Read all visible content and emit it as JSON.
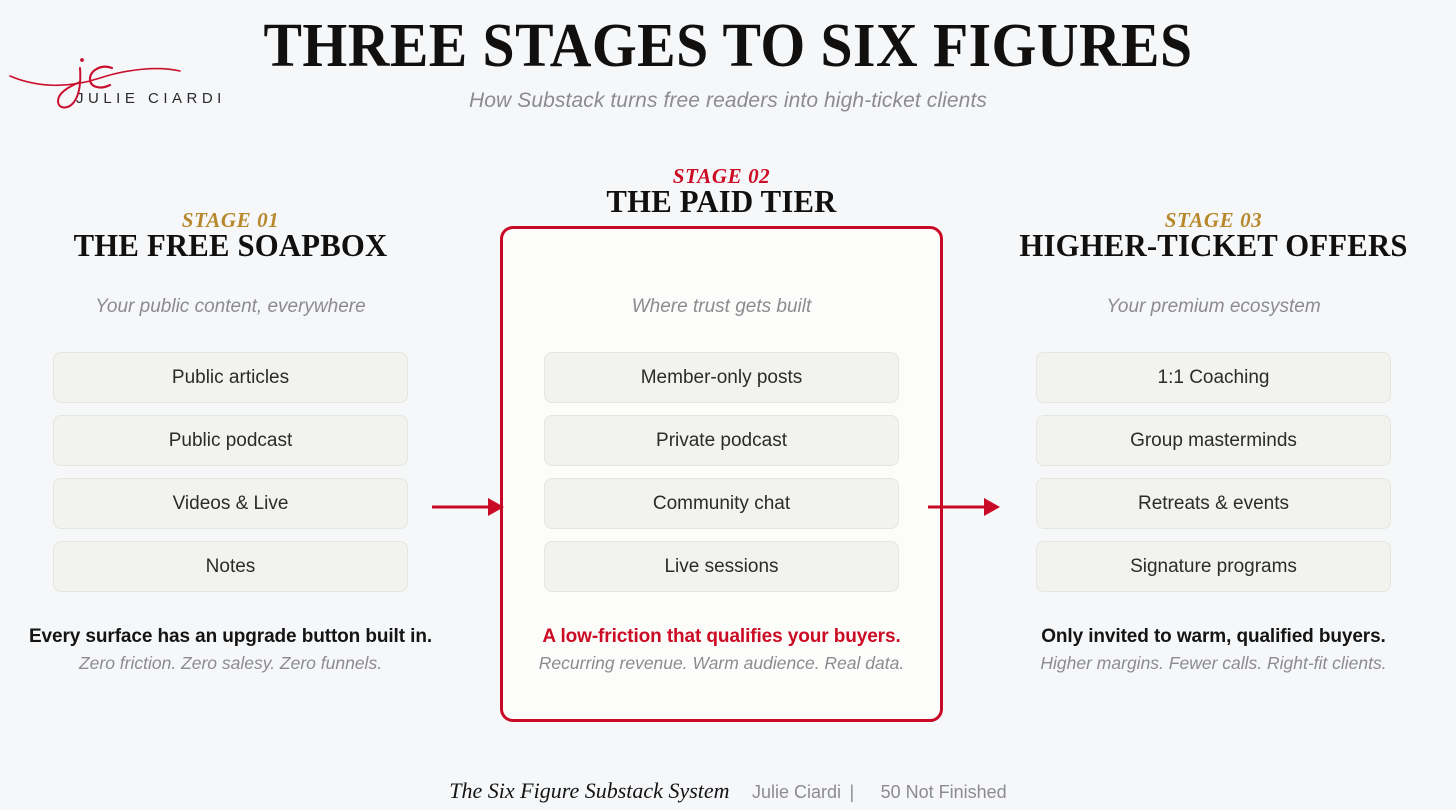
{
  "brand": {
    "logo_monogram": "jc",
    "logo_wordmark": "JULIE CIARDI",
    "logo_color": "#c8102e"
  },
  "header": {
    "title": "THREE STAGES TO SIX FIGURES",
    "subtitle": "How Substack turns free readers into high-ticket clients"
  },
  "colors": {
    "page_background": "#f6f7f9",
    "accent_red": "#c80a26",
    "accent_gold": "#b8882c",
    "card_background": "#f2f2ee",
    "muted_text": "#8c8c90"
  },
  "columns": [
    {
      "stage_label": "STAGE 01",
      "stage_title": "THE FREE SOAPBOX",
      "stage_sub": "Your public content, everywhere",
      "items": [
        "Public articles",
        "Public podcast",
        "Videos & Live",
        "Notes"
      ],
      "caption_main": "Every surface has an upgrade button built in.",
      "caption_sub": "Zero friction. Zero salesy. Zero funnels."
    },
    {
      "stage_label": "STAGE 02",
      "stage_title": "THE PAID TIER",
      "stage_sub": "Where trust gets built",
      "items": [
        "Member-only posts",
        "Private podcast",
        "Community chat",
        "Live sessions"
      ],
      "caption_main": "A low-friction that qualifies your buyers.",
      "caption_sub": "Recurring revenue. Warm audience. Real data."
    },
    {
      "stage_label": "STAGE 03",
      "stage_title": "HIGHER-TICKET OFFERS",
      "stage_sub": "Your premium ecosystem",
      "items": [
        "1:1 Coaching",
        "Group masterminds",
        "Retreats & events",
        "Signature programs"
      ],
      "caption_main": "Only invited to warm, qualified buyers.",
      "caption_sub": "Higher margins. Fewer calls. Right-fit clients."
    }
  ],
  "flow": {
    "arrow_1": "arrow-right",
    "arrow_2": "arrow-right"
  },
  "footer": {
    "title": "The Six Figure Substack System",
    "author": "Julie Ciardi",
    "separator": "|",
    "publication": "50 Not Finished"
  }
}
